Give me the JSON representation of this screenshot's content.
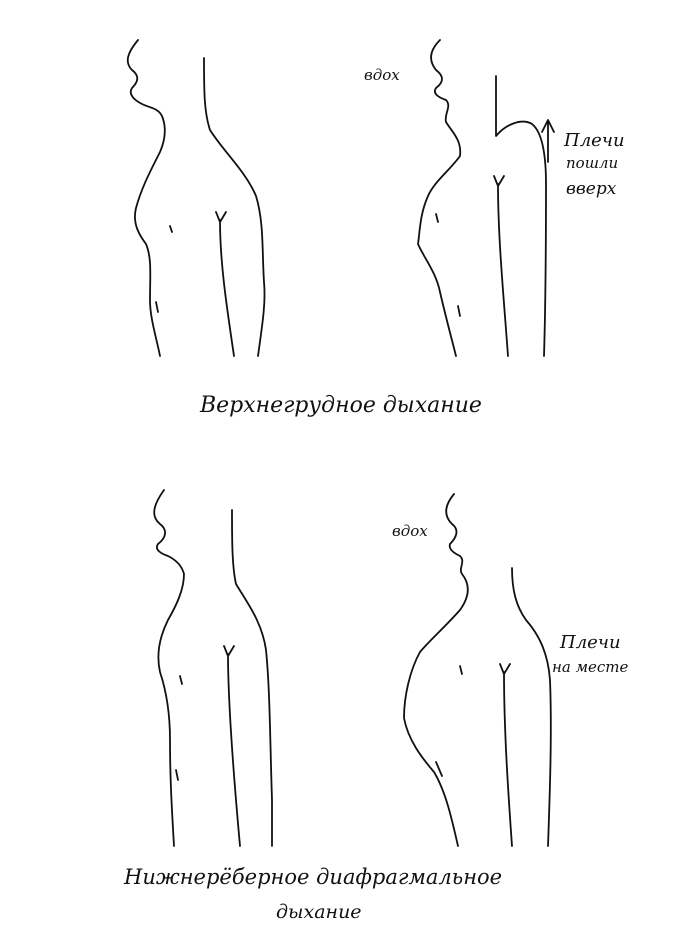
{
  "top": {
    "caption": "Верхнегрудное дыхание",
    "inhale_label": "вдох",
    "shoulders_label": [
      "Плечи",
      "пошли",
      "вверх"
    ]
  },
  "bottom": {
    "caption_line1": "Нижнерёберное диафрагмальное",
    "caption_line2": "дыхание",
    "inhale_label": "вдох",
    "shoulders_label": [
      "Плечи",
      "на месте"
    ]
  }
}
